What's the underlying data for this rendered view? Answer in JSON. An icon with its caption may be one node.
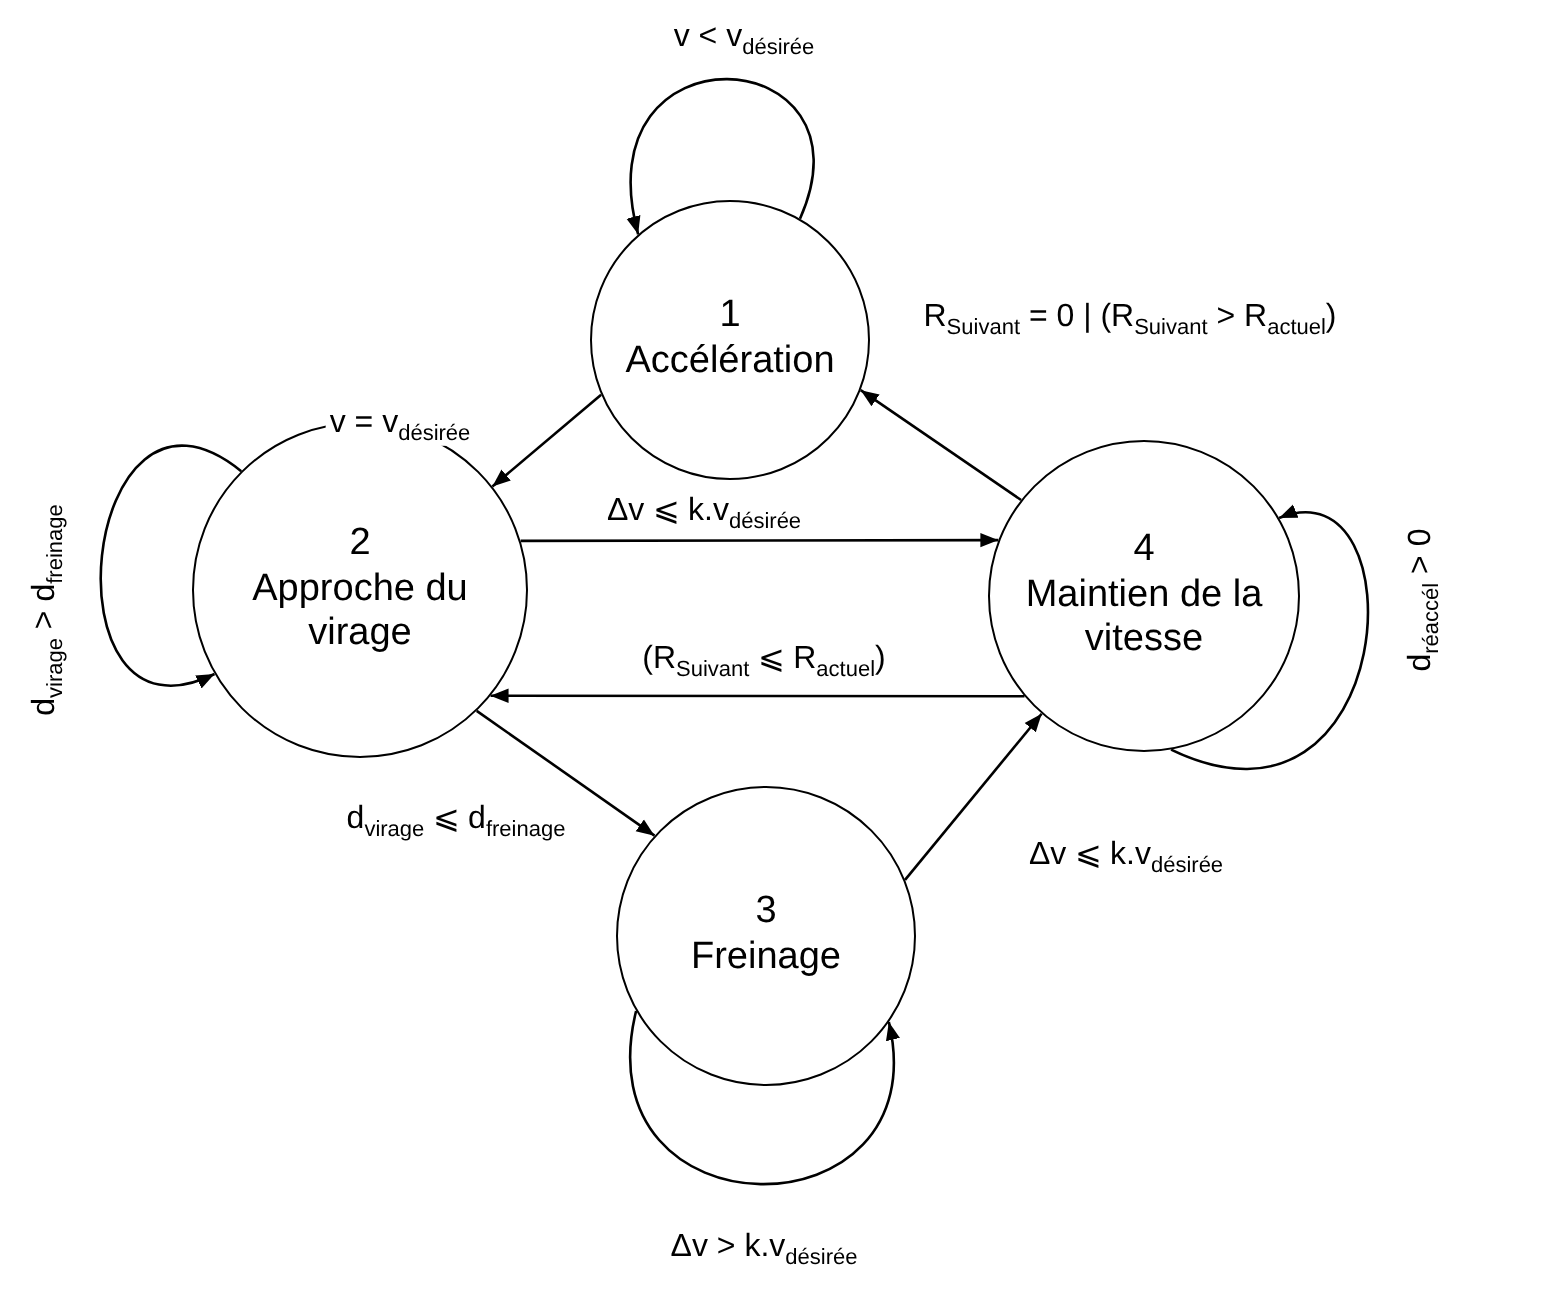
{
  "diagram": {
    "nodes": [
      {
        "text": [
          "1",
          "Accélération"
        ]
      },
      {
        "text": [
          "2",
          "Approche du virage"
        ]
      },
      {
        "text": [
          "3",
          "Freinage"
        ]
      },
      {
        "text": [
          "4",
          "Maintien de la vitesse"
        ]
      }
    ],
    "edges": [
      {
        "from": 0,
        "to": 0,
        "arrow": "to",
        "label": "v < v$_{désirée}$"
      },
      {
        "from": 0,
        "to": 1,
        "arrow": "to",
        "label": "v = v$_{désirée}$"
      },
      {
        "from": 3,
        "to": 0,
        "arrow": "to",
        "label": "R$_{Suivant}$ = 0 | (R$_{Suivant}$ > R$_{actuel}$)"
      },
      {
        "from": 1,
        "to": 3,
        "arrow": "to",
        "label": "Δv ⩽ k.v$_{désirée}$"
      },
      {
        "from": 3,
        "to": 1,
        "arrow": "to",
        "label": "(R$_{Suivant}$ ⩽ R$_{actuel}$)"
      },
      {
        "from": 1,
        "to": 2,
        "arrow": "to",
        "label": "d$_{virage}$ ⩽ d$_{freinage}$"
      },
      {
        "from": 2,
        "to": 3,
        "arrow": "to",
        "label": "Δv ⩽ k.v$_{désirée}$"
      },
      {
        "from": 1,
        "to": 1,
        "arrow": "to",
        "label": "d$_{virage}$ > d$_{freinage}$"
      },
      {
        "from": 2,
        "to": 2,
        "arrow": "to",
        "label": "Δv > k.v$_{désirée}$"
      },
      {
        "from": 3,
        "to": 3,
        "arrow": "to",
        "label": "d$_{réaccél}$ > 0"
      }
    ]
  }
}
